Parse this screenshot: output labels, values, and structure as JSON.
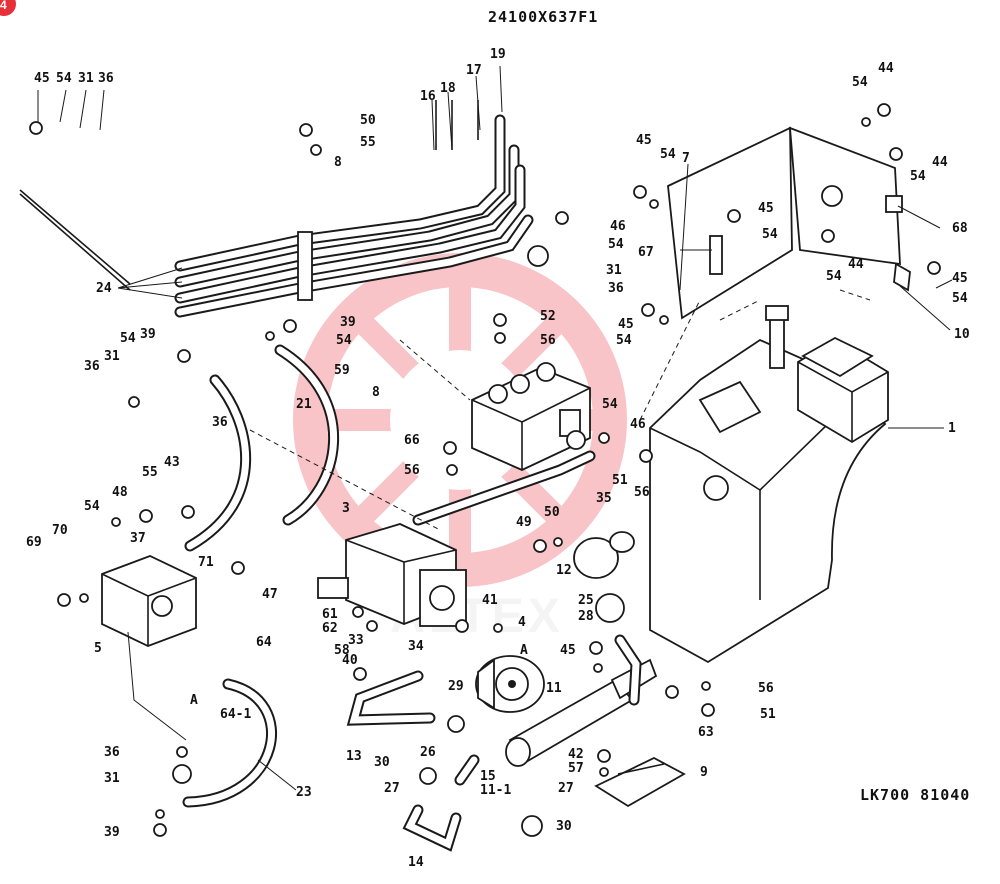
{
  "drawing": {
    "title": "24100X637F1",
    "code": "LK700 81040"
  },
  "callouts": [
    "1",
    "3",
    "4",
    "5",
    "7",
    "8",
    "8",
    "9",
    "10",
    "11",
    "11-1",
    "12",
    "13",
    "14",
    "15",
    "16",
    "17",
    "18",
    "19",
    "21",
    "23",
    "24",
    "25",
    "26",
    "27",
    "27",
    "28",
    "29",
    "30",
    "30",
    "31",
    "31",
    "31",
    "31",
    "33",
    "34",
    "35",
    "36",
    "36",
    "36",
    "36",
    "36",
    "37",
    "39",
    "39",
    "39",
    "40",
    "41",
    "42",
    "43",
    "44",
    "44",
    "44",
    "44",
    "45",
    "45",
    "45",
    "45",
    "45",
    "45",
    "46",
    "46",
    "47",
    "48",
    "49",
    "50",
    "50",
    "51",
    "51",
    "52",
    "54",
    "54",
    "54",
    "54",
    "54",
    "54",
    "54",
    "54",
    "54",
    "54",
    "54",
    "54",
    "54",
    "55",
    "55",
    "56",
    "56",
    "56",
    "56",
    "56",
    "57",
    "58",
    "59",
    "61",
    "62",
    "63",
    "64",
    "64-1",
    "66",
    "67",
    "68",
    "69",
    "70",
    "71",
    "A",
    "A"
  ],
  "watermark": {
    "brand": "ALTEX",
    "color": "#e8303a"
  },
  "badge": {
    "label": "4"
  }
}
